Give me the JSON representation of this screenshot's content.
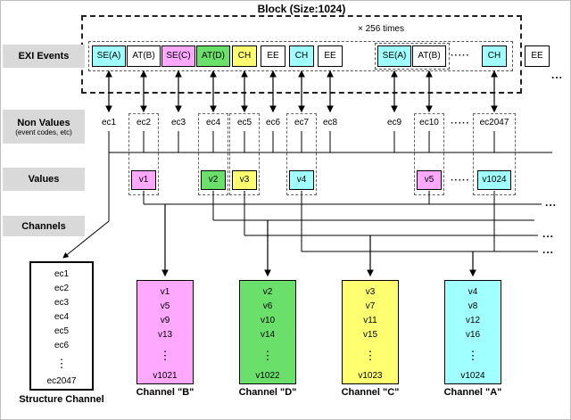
{
  "block": {
    "title": "Block (Size:1024)",
    "repeat_note": "× 256 times"
  },
  "row_labels": {
    "events": "EXI Events",
    "non_values": "Non Values",
    "non_values_sub": "(event codes, etc)",
    "values": "Values",
    "channels": "Channels"
  },
  "events": [
    {
      "label": "SE(A)",
      "color": "#a0ffff"
    },
    {
      "label": "AT(B)",
      "color": "#ffffff"
    },
    {
      "label": "SE(C)",
      "color": "#ffa8ff"
    },
    {
      "label": "AT(D)",
      "color": "#6ae06a"
    },
    {
      "label": "CH",
      "color": "#ffff70"
    },
    {
      "label": "EE",
      "color": "#ffffff"
    },
    {
      "label": "CH",
      "color": "#a0ffff"
    },
    {
      "label": "EE",
      "color": "#ffffff"
    },
    {
      "label": "SE(A)",
      "color": "#a0ffff"
    },
    {
      "label": "AT(B)",
      "color": "#ffffff"
    },
    {
      "label": "CH",
      "color": "#a0ffff"
    },
    {
      "label": "EE",
      "color": "#ffffff"
    }
  ],
  "events_ellipsis": "·····",
  "event_codes": [
    "ec1",
    "ec2",
    "ec3",
    "ec4",
    "ec5",
    "ec6",
    "ec7",
    "ec8",
    "ec9",
    "ec10"
  ],
  "event_codes_ellipsis": "·····",
  "event_code_last": "ec2047",
  "values": [
    {
      "label": "v1",
      "color": "#ffa8ff"
    },
    {
      "label": "v2",
      "color": "#6ae06a"
    },
    {
      "label": "v3",
      "color": "#ffff70"
    },
    {
      "label": "v4",
      "color": "#a0ffff"
    },
    {
      "label": "v5",
      "color": "#ffa8ff"
    },
    {
      "label": "v1024",
      "color": "#a0ffff"
    }
  ],
  "values_ellipsis": "·····",
  "continuation": "...",
  "channels": [
    {
      "name": "Structure Channel",
      "color": "#ffffff",
      "items": [
        "ec1",
        "ec2",
        "ec3",
        "ec4",
        "ec5",
        "ec6"
      ],
      "dots": "⋮",
      "last": "ec2047"
    },
    {
      "name": "Channel \"B\"",
      "color": "#ffa8ff",
      "items": [
        "v1",
        "v5",
        "v9",
        "v13"
      ],
      "dots": "⋮",
      "last": "v1021"
    },
    {
      "name": "Channel \"D\"",
      "color": "#6ae06a",
      "items": [
        "v2",
        "v6",
        "v10",
        "v14"
      ],
      "dots": "⋮",
      "last": "v1022"
    },
    {
      "name": "Channel \"C\"",
      "color": "#ffff70",
      "items": [
        "v3",
        "v7",
        "v11",
        "v15"
      ],
      "dots": "⋮",
      "last": "v1023"
    },
    {
      "name": "Channel \"A\"",
      "color": "#a0ffff",
      "items": [
        "v4",
        "v8",
        "v12",
        "v16"
      ],
      "dots": "⋮",
      "last": "v1024"
    }
  ]
}
